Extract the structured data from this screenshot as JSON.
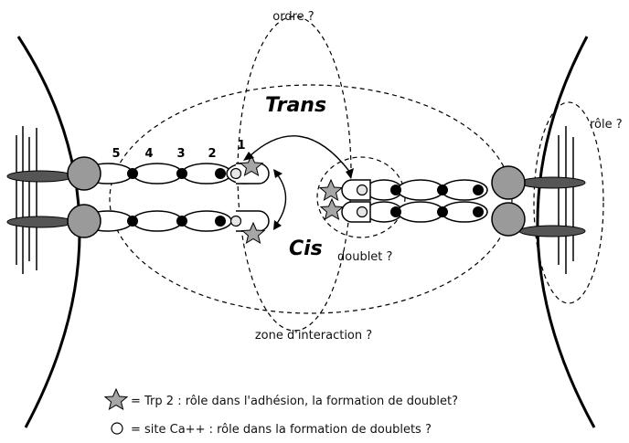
{
  "labels": {
    "ordre": "ordre ?",
    "role": "rôle ?",
    "trans": "Trans",
    "cis": "Cis",
    "doublet": "doublet ?",
    "zone": "zone d'interaction ?"
  },
  "domain_numbers": [
    "5",
    "4",
    "3",
    "2",
    "1"
  ],
  "legend": {
    "star_text": "= Trp 2 : rôle dans l'adhésion, la formation de doublet?",
    "circle_text": "= site Ca++ : rôle dans la formation de doublets ?"
  },
  "colors": {
    "membrane_block": "#9a9a9a",
    "star_fill": "#a6a6a6",
    "calcium_site": "#e6e6e6",
    "linker_dot": "#000000",
    "anchor_dark": "#555555"
  },
  "icons": {
    "star": "star-icon",
    "circle": "circle-icon"
  }
}
